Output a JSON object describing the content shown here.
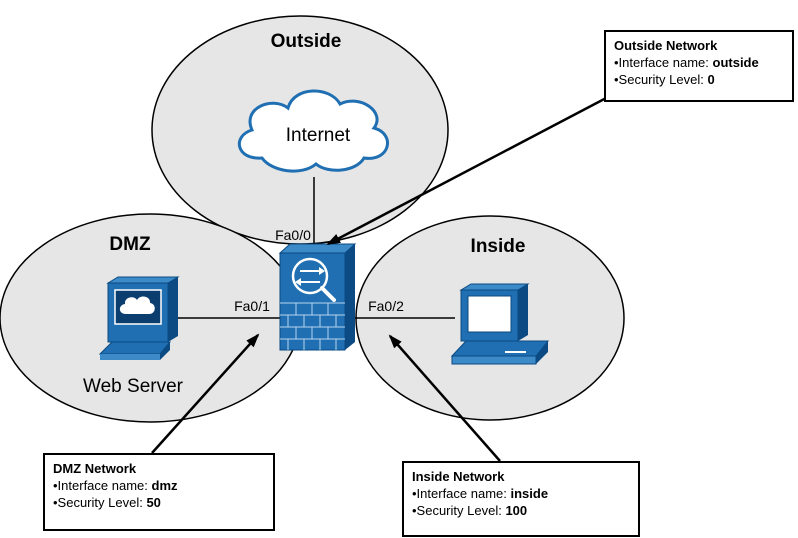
{
  "zones": {
    "outside": "Outside",
    "dmz": "DMZ",
    "inside": "Inside"
  },
  "cloud_label": "Internet",
  "server_label": "Web Server",
  "interfaces": {
    "fa00": "Fa0/0",
    "fa01": "Fa0/1",
    "fa02": "Fa0/2"
  },
  "callouts": {
    "outside": {
      "title": "Outside Network",
      "name_label": "•Interface name: ",
      "name_value": "outside",
      "level_label": "•Security Level: ",
      "level_value": "0"
    },
    "dmz": {
      "title": "DMZ Network",
      "name_label": "•Interface name: ",
      "name_value": "dmz",
      "level_label": "•Security Level: ",
      "level_value": "50"
    },
    "inside": {
      "title": "Inside Network",
      "name_label": "•Interface name: ",
      "name_value": "inside",
      "level_label": "•Security Level: ",
      "level_value": "100"
    }
  },
  "icons": [
    "cloud-icon",
    "firewall-icon",
    "web-server-icon",
    "workstation-icon"
  ],
  "colors": {
    "zone_fill": "#e6e6e6",
    "device_blue": "#1f6fb2",
    "device_dark": "#0b4a82",
    "stroke": "#000000"
  }
}
